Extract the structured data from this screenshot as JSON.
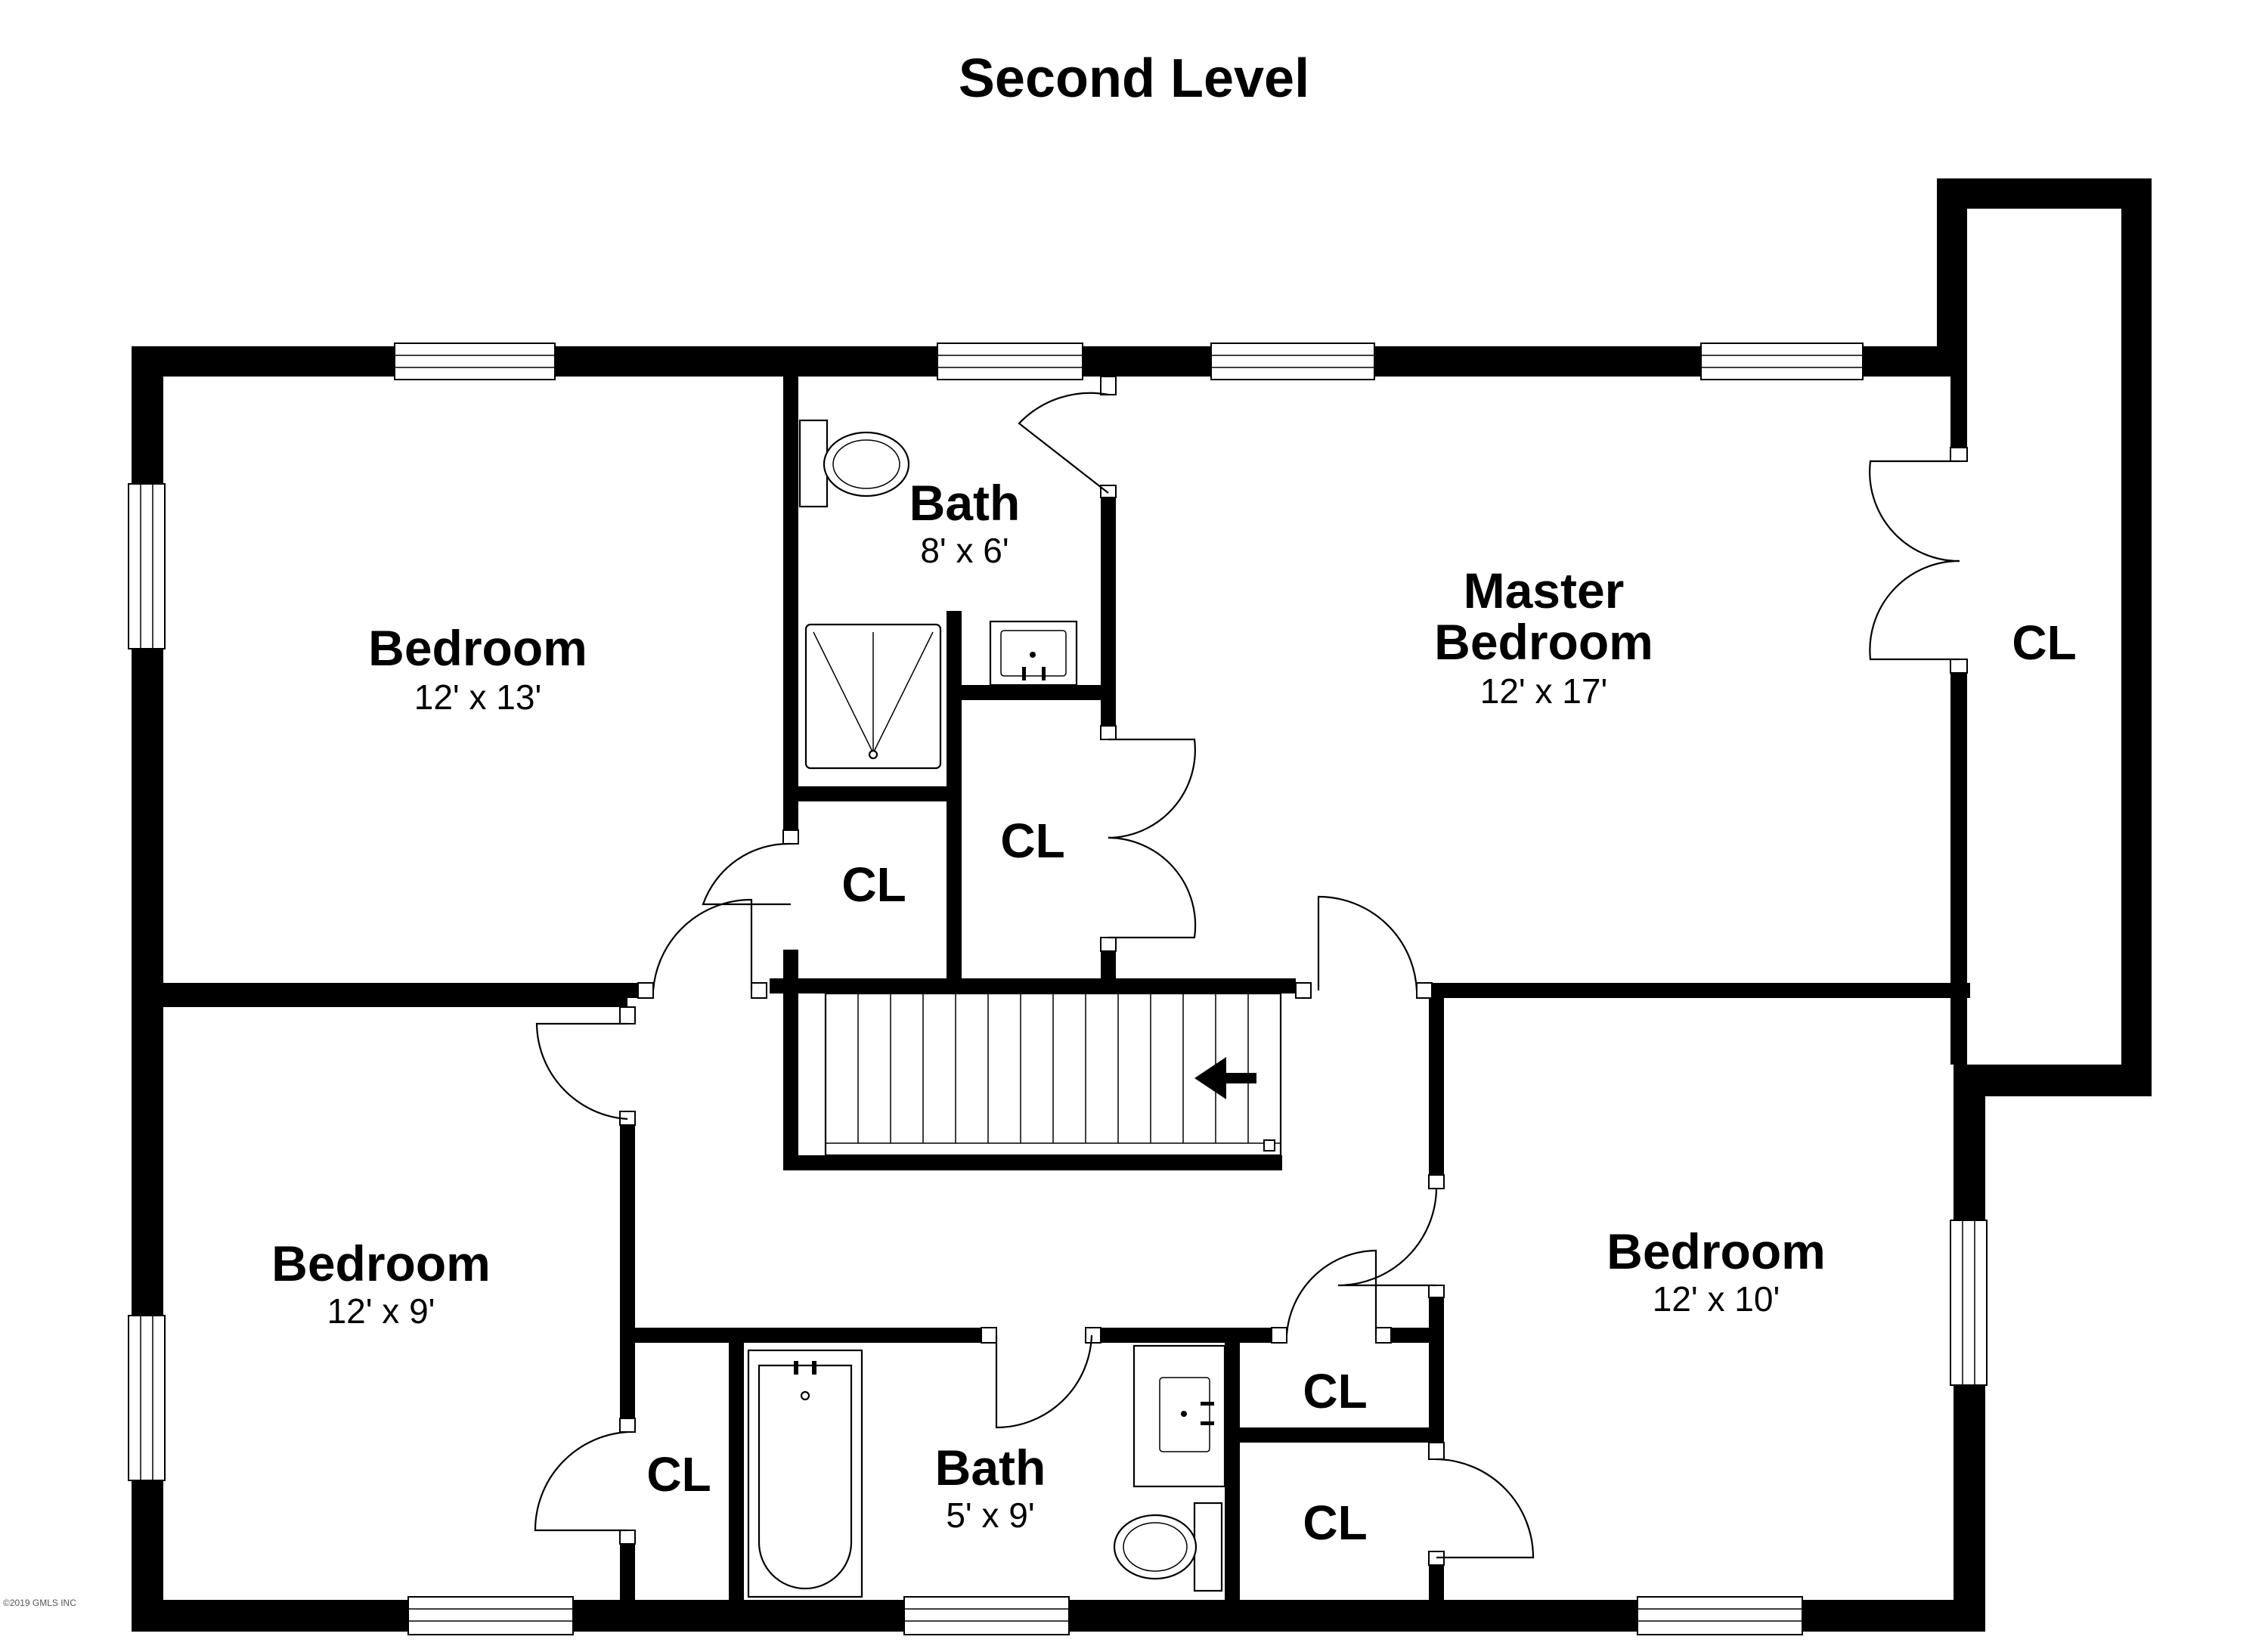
{
  "title": "Second Level",
  "copyright": "©2019 GMLS INC",
  "rooms": {
    "bedroom_nw": {
      "name": "Bedroom",
      "dims": "12' x 13'"
    },
    "bath_top": {
      "name": "Bath",
      "dims": "8' x 6'"
    },
    "master": {
      "name_line1": "Master",
      "name_line2": "Bedroom",
      "dims": "12' x 17'"
    },
    "bedroom_sw": {
      "name": "Bedroom",
      "dims": "12' x 9'"
    },
    "bedroom_se": {
      "name": "Bedroom",
      "dims": "12' x 10'"
    },
    "bath_bottom": {
      "name": "Bath",
      "dims": "5' x 9'"
    }
  },
  "closets": {
    "master_walkin": "CL",
    "hall_left": "CL",
    "master_small": "CL",
    "bedroom_sw": "CL",
    "bedroom_se_upper": "CL",
    "bedroom_se_lower": "CL"
  },
  "stairs": {
    "direction": "down-left"
  }
}
